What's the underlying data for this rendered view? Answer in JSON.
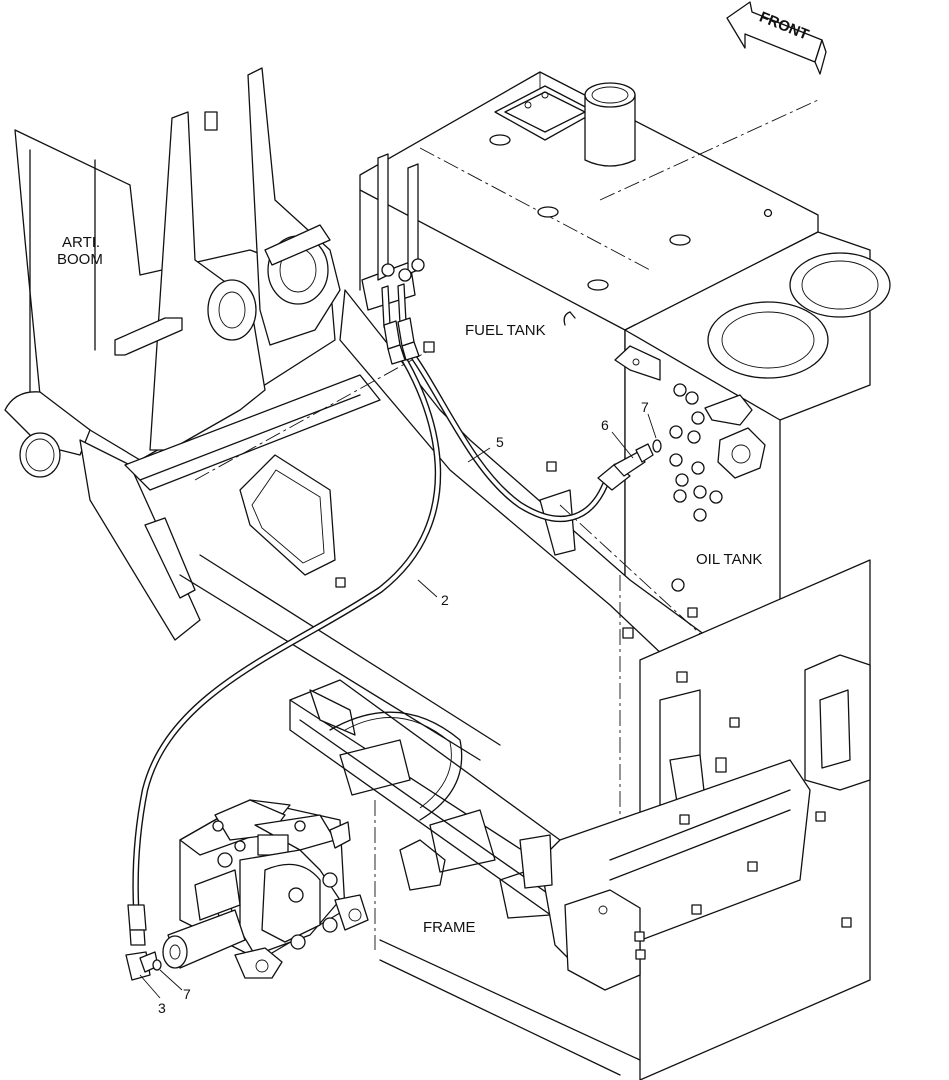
{
  "diagram": {
    "direction_label": "FRONT",
    "areas": {
      "arti_boom_line1": "ARTI.",
      "arti_boom_line2": "BOOM",
      "fuel_tank": "FUEL TANK",
      "oil_tank": "OIL TANK",
      "frame": "FRAME"
    },
    "callouts": {
      "c2": "2",
      "c3": "3",
      "c5": "5",
      "c6": "6",
      "c7_upper": "7",
      "c7_lower": "7"
    }
  }
}
